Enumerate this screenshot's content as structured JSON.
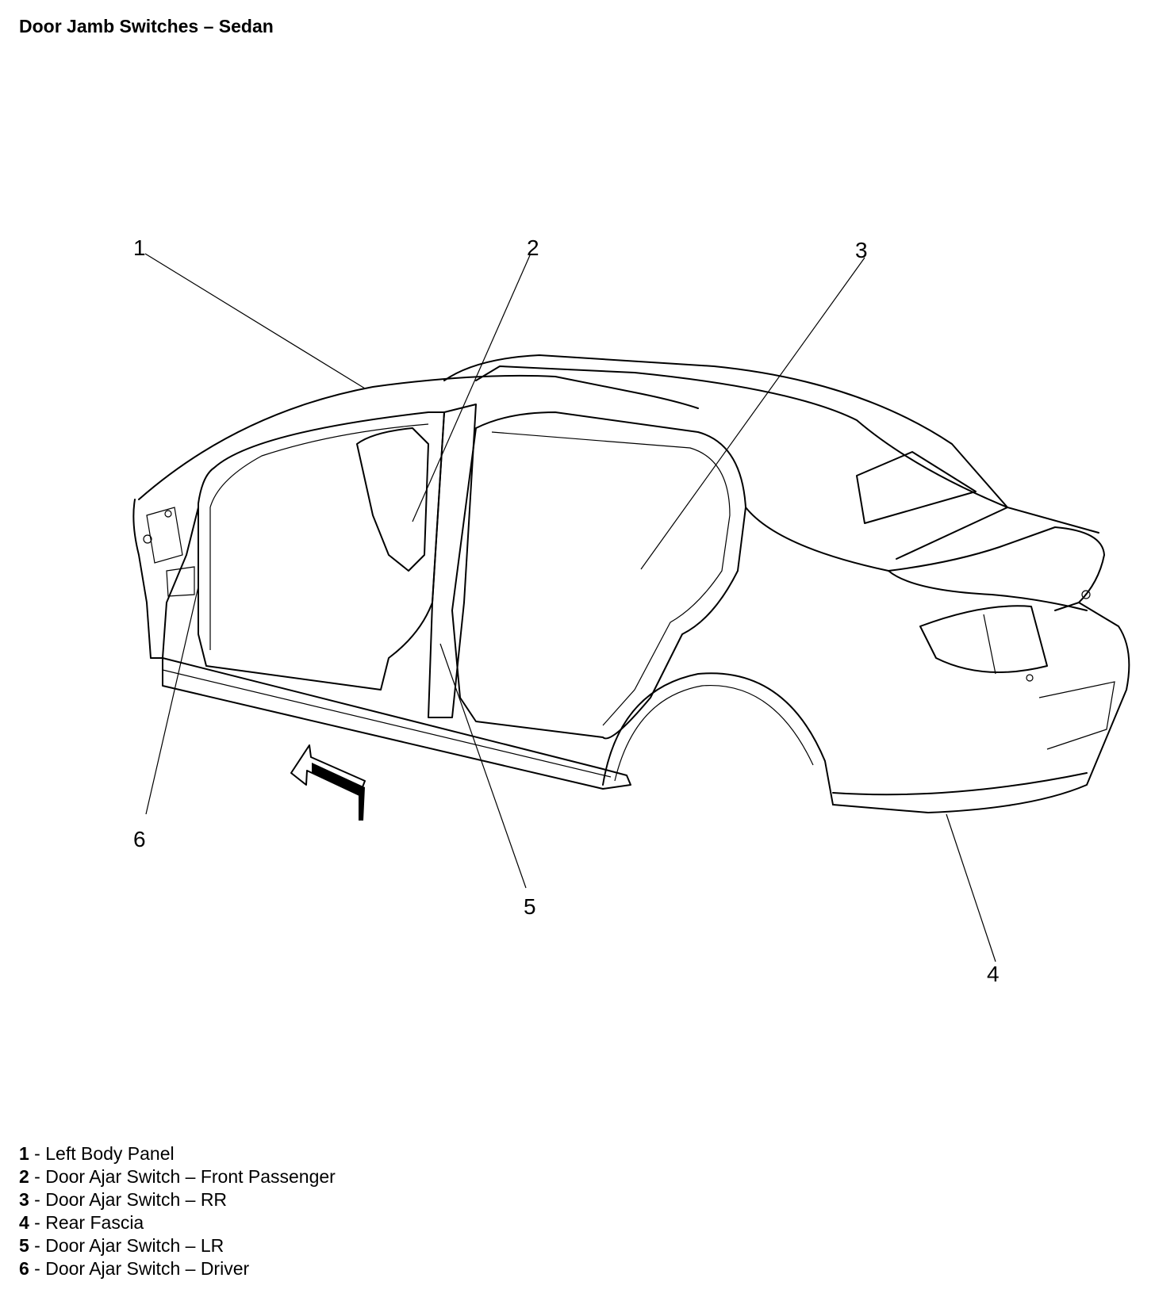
{
  "title": "Door Jamb Switches – Sedan",
  "callouts": [
    "1",
    "2",
    "3",
    "4",
    "5",
    "6"
  ],
  "legend": [
    {
      "num": "1",
      "text": " - Left Body Panel"
    },
    {
      "num": "2",
      "text": " - Door Ajar Switch – Front Passenger"
    },
    {
      "num": "3",
      "text": " - Door Ajar Switch – RR"
    },
    {
      "num": "4",
      "text": " - Rear Fascia"
    },
    {
      "num": "5",
      "text": " - Door Ajar Switch – LR"
    },
    {
      "num": "6",
      "text": " - Door Ajar Switch – Driver"
    }
  ]
}
